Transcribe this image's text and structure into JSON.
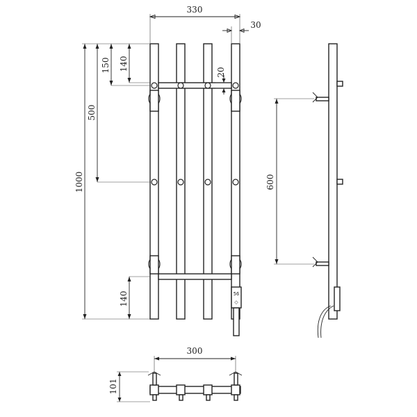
{
  "dimensions": {
    "front_width": "330",
    "bar_offset": "30",
    "top_to_rail": "150",
    "top_to_dot": "140",
    "rail_gap": "20",
    "mid_offset": "500",
    "total_height": "1000",
    "bottom_to_rail": "140",
    "bracket_spacing": "600",
    "plan_width": "300",
    "plan_depth": "101"
  },
  "display": {
    "digits": "56",
    "controls": "◇"
  }
}
